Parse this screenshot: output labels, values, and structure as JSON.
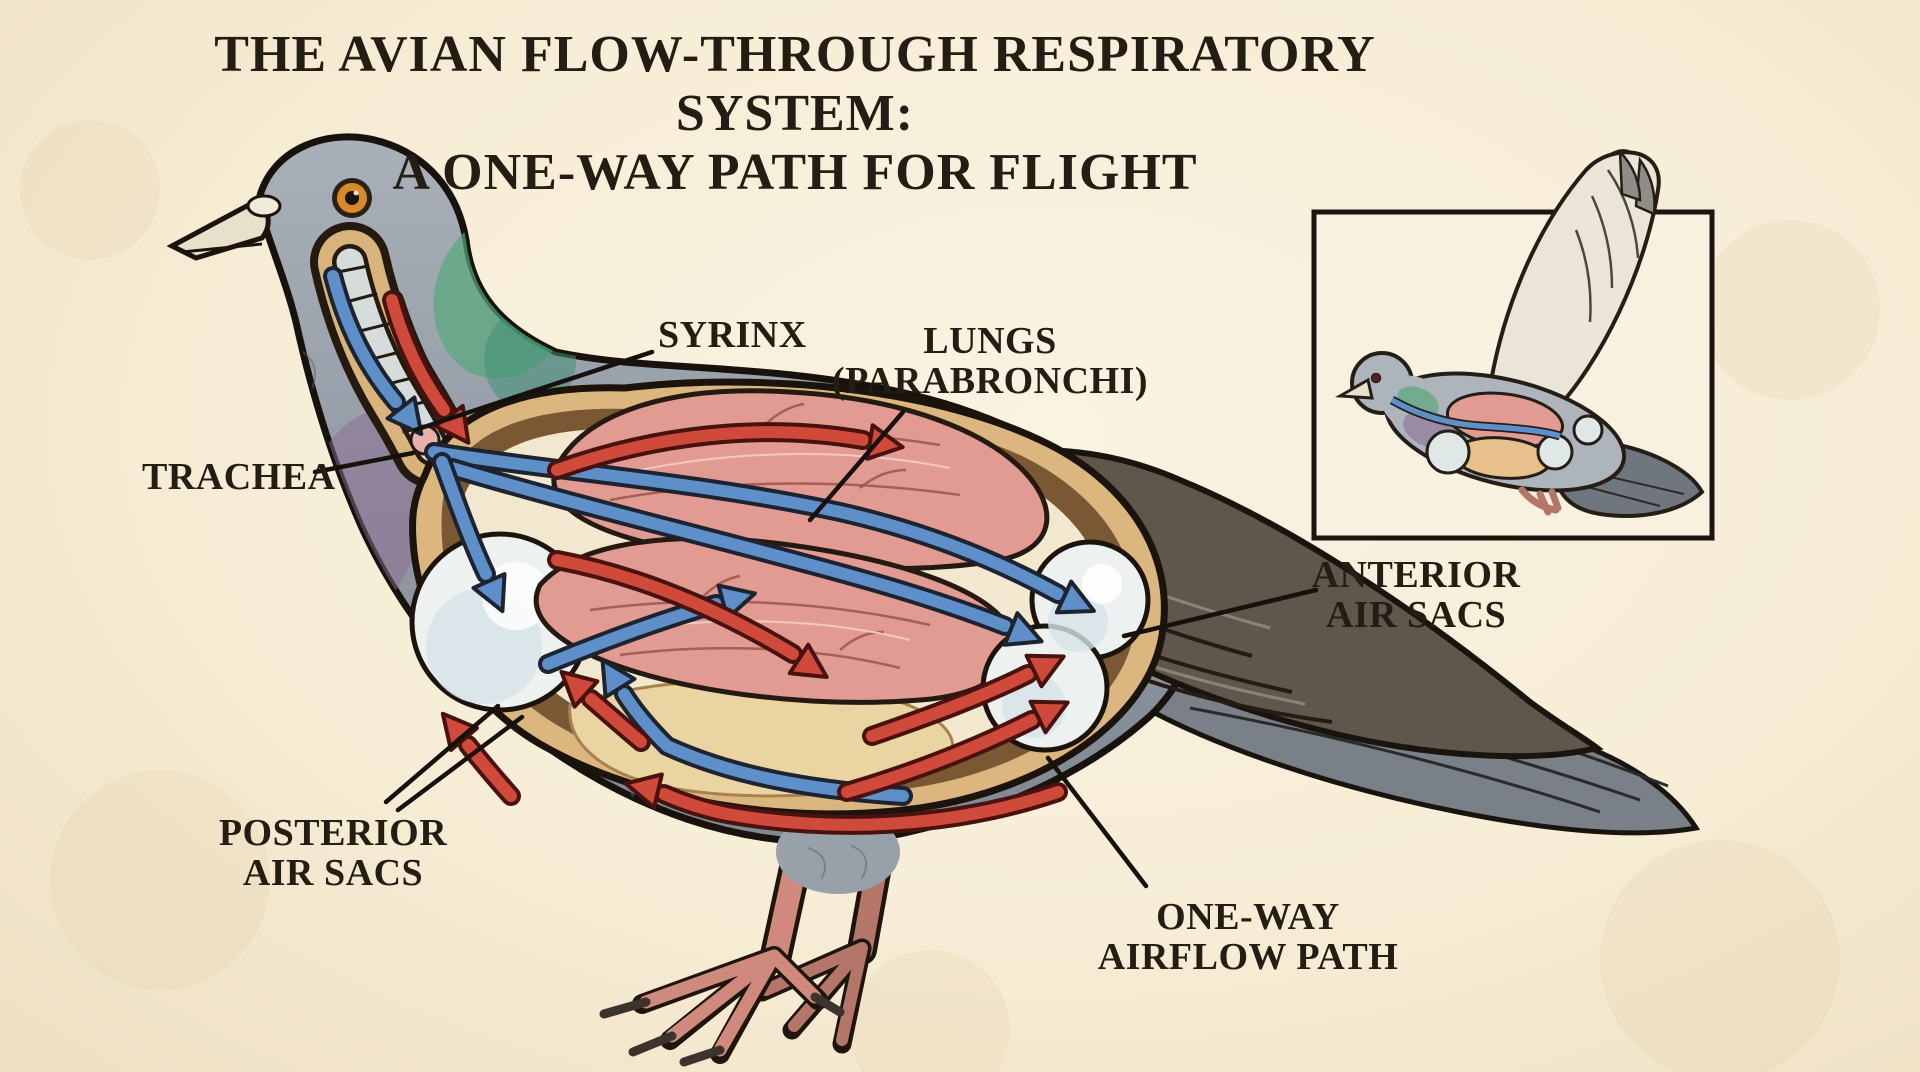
{
  "title": {
    "line1": "THE AVIAN FLOW-THROUGH RESPIRATORY SYSTEM:",
    "line2": "A ONE-WAY PATH FOR FLIGHT"
  },
  "labels": {
    "trachea": "TRACHEA",
    "syrinx": "SYRINX",
    "lungs": {
      "line1": "LUNGS",
      "line2": "(PARABRONCHI)"
    },
    "anterior": {
      "line1": "ANTERIOR",
      "line2": "AIR SACS"
    },
    "posterior": {
      "line1": "POSTERIOR",
      "line2": "AIR SACS"
    },
    "oneway": {
      "line1": "ONE-WAY",
      "line2": "AIRFLOW PATH"
    }
  },
  "colors": {
    "background": "#f8efda",
    "text": "#241d14",
    "inhale_arrow": "#5e8fc9",
    "exhale_arrow": "#d04a3c",
    "lung": "#e29b92",
    "air_sac": "#edf1ef",
    "cavity": "#dcb67f",
    "body": "#99a1ab"
  }
}
